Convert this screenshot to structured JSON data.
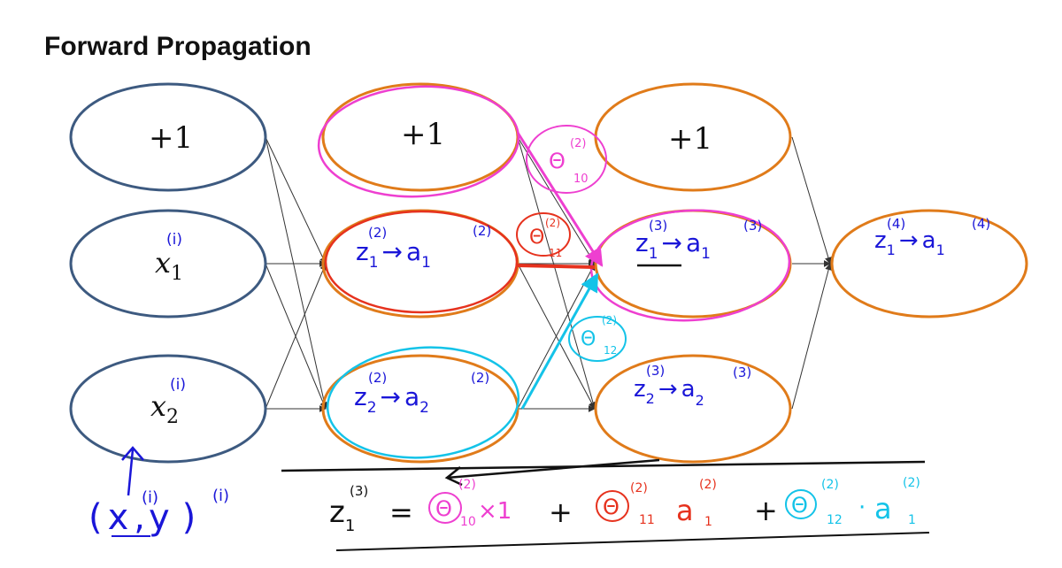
{
  "title": "Forward Propagation",
  "colors": {
    "input_node": "#3d5a80",
    "hidden_node": "#e07b1a",
    "pink": "#ee3fd0",
    "red": "#e6321e",
    "cyan": "#14c3e8",
    "blue_ink": "#1a16d8",
    "edge": "#333333"
  },
  "layer1": {
    "bias": "+1",
    "x1_base": "x",
    "x1_sub": "1",
    "x1_sup": "(i)",
    "x2_base": "x",
    "x2_sub": "2",
    "x2_sup": "(i)"
  },
  "layer2": {
    "bias": "+1",
    "n1": {
      "z": "z",
      "zsub": "1",
      "zsup": "(2)",
      "arrow": "→",
      "a": "a",
      "asub": "1",
      "asup": "(2)"
    },
    "n2": {
      "z": "z",
      "zsub": "2",
      "zsup": "(2)",
      "arrow": "→",
      "a": "a",
      "asub": "2",
      "asup": "(2)"
    }
  },
  "layer3": {
    "bias": "+1",
    "n1": {
      "z": "z",
      "zsub": "1",
      "zsup": "(3)",
      "arrow": "→",
      "a": "a",
      "asub": "1",
      "asup": "(3)"
    },
    "n2": {
      "z": "z",
      "zsub": "2",
      "zsup": "(3)",
      "arrow": "→",
      "a": "a",
      "asub": "2",
      "asup": "(3)"
    }
  },
  "layer4": {
    "n1": {
      "z": "z",
      "zsub": "1",
      "zsup": "(4)",
      "arrow": "→",
      "a": "a",
      "asub": "1",
      "asup": "(4)"
    }
  },
  "weight_labels": {
    "w10": {
      "theta": "Θ",
      "sup": "(2)",
      "sub": "10"
    },
    "w11": {
      "theta": "Θ",
      "sup": "(2)",
      "sub": "11"
    },
    "w12": {
      "theta": "Θ",
      "sup": "(2)",
      "sub": "12"
    }
  },
  "example": {
    "open": "(",
    "x": "x",
    "xsup": "(i)",
    "comma": ",",
    "y": "y",
    "ysup": "(i)",
    "close": ")"
  },
  "equation": {
    "lhs": "z",
    "lhs_sub": "1",
    "lhs_sup": "(3)",
    "eq": "=",
    "t1": "Θ",
    "t1_sup": "(2)",
    "t1_sub": "10",
    "t1_rest": "×1",
    "plus1": "+",
    "t2": "Θ",
    "t2_sup": "(2)",
    "t2_sub": "11",
    "a1": "a",
    "a1_sup": "(2)",
    "a1_sub": "1",
    "plus2": "+",
    "t3": "Θ",
    "t3_sup": "(2)",
    "t3_sub": "12",
    "dot": "·",
    "a2": "a",
    "a2_sup": "(2)",
    "a2_sub": "1"
  }
}
